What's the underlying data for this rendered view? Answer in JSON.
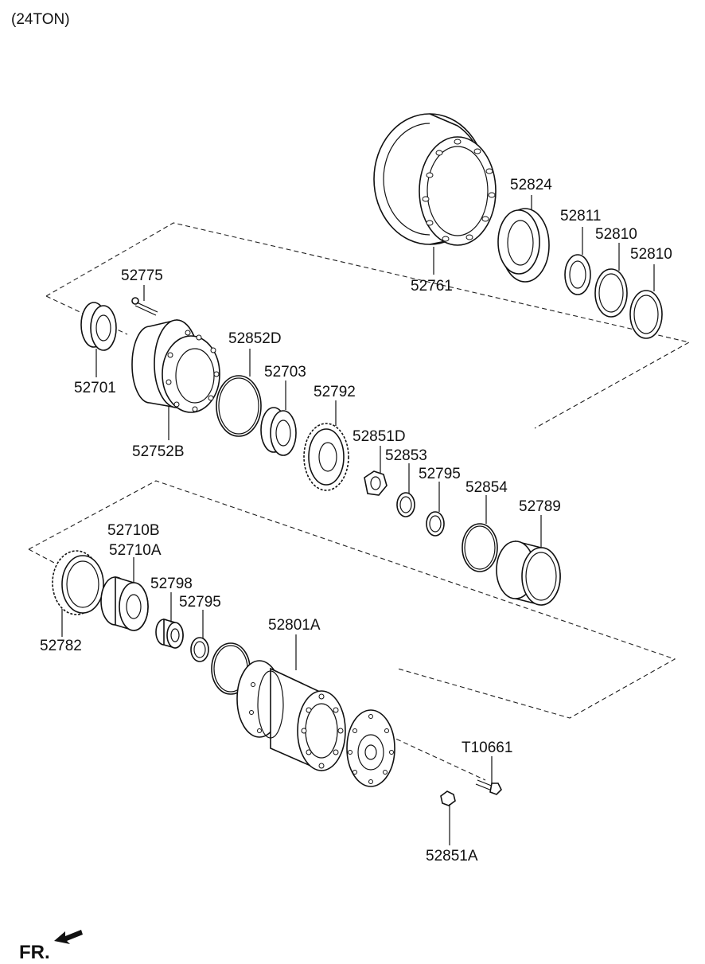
{
  "header": {
    "title": "(24TON)"
  },
  "footer": {
    "direction_label": "FR."
  },
  "parts": {
    "p52761": "52761",
    "p52824": "52824",
    "p52811": "52811",
    "p52810a": "52810",
    "p52810b": "52810",
    "p52775": "52775",
    "p52701": "52701",
    "p52852D": "52852D",
    "p52703": "52703",
    "p52792": "52792",
    "p52752B": "52752B",
    "p52851D": "52851D",
    "p52853": "52853",
    "p52795a": "52795",
    "p52854": "52854",
    "p52789": "52789",
    "p52710B": "52710B",
    "p52710A": "52710A",
    "p52798": "52798",
    "p52795b": "52795",
    "p52782": "52782",
    "p52801A": "52801A",
    "pT10661": "T10661",
    "p52851A": "52851A"
  },
  "icons": {
    "direction_arrow": "arrow-icon"
  }
}
